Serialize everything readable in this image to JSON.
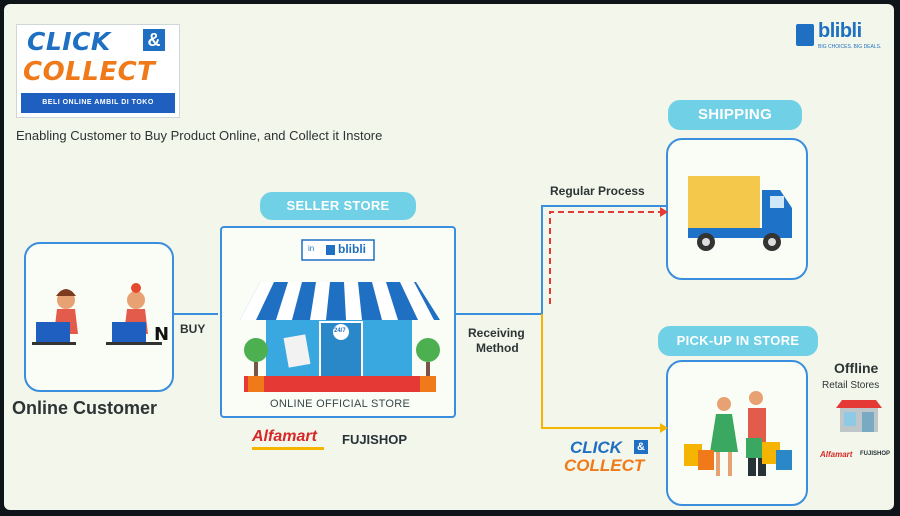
{
  "brand": {
    "logo_line1": "CLICK",
    "logo_amp": "&",
    "logo_line2": "COLLECT",
    "logo_tagline": "BELI ONLINE AMBIL DI TOKO",
    "corner_logo": "blibli",
    "corner_logo_sub": "BIG CHOICES. BIG DEALS."
  },
  "subtitle": "Enabling Customer to Buy Product Online, and Collect it Instore",
  "customer": {
    "caption": "Online Customer"
  },
  "buy_label": "BUY",
  "seller": {
    "pill": "SELLER STORE",
    "sign_prefix": "in",
    "sign_brand": "blibli",
    "door_sign": "24/7",
    "caption": "ONLINE OFFICIAL STORE",
    "partner1": "Alfamart",
    "partner2": "FUJISHOP"
  },
  "receiving_label_line1": "Receiving",
  "receiving_label_line2": "Method",
  "regular_label": "Regular Process",
  "shipping": {
    "pill": "SHIPPING"
  },
  "pickup": {
    "pill": "PICK-UP IN STORE",
    "offline_title": "Offline",
    "offline_sub": "Retail Stores",
    "partner1": "Alfamart",
    "partner2": "FUJISHOP"
  },
  "cc_small": {
    "line1": "CLICK",
    "amp": "&",
    "line2": "COLLECT"
  },
  "colors": {
    "accent_blue": "#1f6fc2",
    "accent_orange": "#f07a1a",
    "pill_cyan": "#6fd0e6",
    "panel_border": "#3a8ede",
    "regular_arrow": "#e53935",
    "pickup_arrow": "#f4b400",
    "alfamart_red": "#d62828",
    "truck_yellow": "#f4c84a",
    "truck_blue": "#1e73c8"
  },
  "icons": [
    "blibli-bag-icon",
    "laptop-icon",
    "storefront-icon",
    "tree-icon",
    "truck-icon",
    "shopping-bag-icon",
    "mini-store-icon"
  ]
}
